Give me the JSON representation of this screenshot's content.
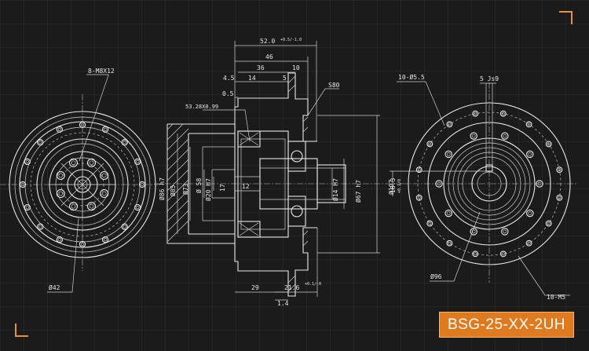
{
  "model_label": "BSG-25-XX-2UH",
  "accent_color": "#e07a1e",
  "left_view": {
    "thread_callout": "8-M8X12",
    "diameter_callout": "Ø42"
  },
  "section_view": {
    "width_total": "52.0",
    "width_total_tol": "+0.5/-1.0",
    "dim_46": "46",
    "dim_36": "36",
    "dim_10": "10",
    "dim_4_5": "4.5",
    "dim_14": "14",
    "dim_5": "5",
    "dim_0_5": "0.5",
    "thread_spec": "53.28X0.99",
    "chamfer": "S80",
    "d86": "Ø86 h7",
    "d85": "Ø85",
    "d73": "Ø73",
    "d58": "Ø 58",
    "d20": "Ø20 H7",
    "dim_17": "17",
    "dim_12": "12",
    "d14": "Ø14 H7",
    "d67": "Ø67 h7",
    "d107": "Ø107",
    "dim_29": "29",
    "dim_21_6": "21.6",
    "dim_21_6_tol": "+0.1/-0",
    "dim_1_4": "1.4"
  },
  "right_view": {
    "holes_callout": "10-Ø5.5",
    "key_callout": "5 Js9",
    "key_depth": "16.3",
    "key_depth_tol": "+0.1/0",
    "d96": "Ø96",
    "thread_callout": "10-M5"
  }
}
